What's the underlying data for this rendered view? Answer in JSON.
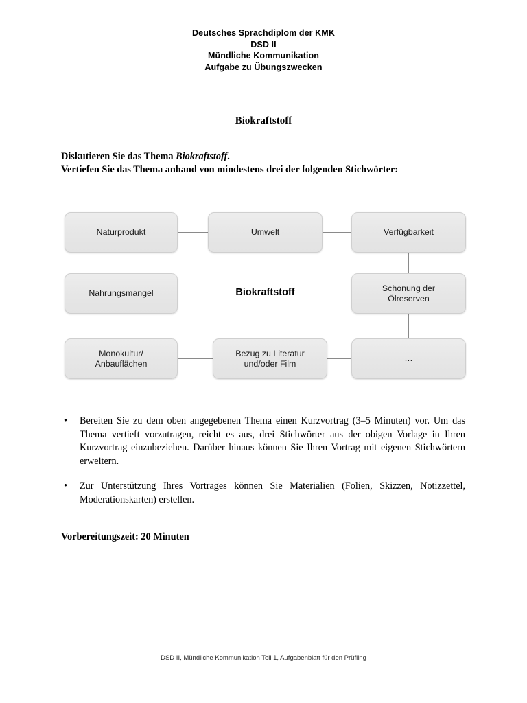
{
  "header": {
    "line1": "Deutsches Sprachdiplom der KMK",
    "line2": "DSD II",
    "line3": "Mündliche Kommunikation",
    "line4": "Aufgabe zu Übungszwecken"
  },
  "topic": {
    "title": "Biokraftstoff"
  },
  "instructions": {
    "line1_prefix": "Diskutieren Sie das Thema ",
    "line1_term": "Biokraftstoff",
    "line1_suffix": ".",
    "line2": "Vertiefen Sie das Thema anhand von mindestens drei der folgenden Stichwörter:"
  },
  "diagram": {
    "center_label": "Biokraftstoff",
    "nodes": [
      {
        "id": "naturprodukt",
        "label": "Naturprodukt"
      },
      {
        "id": "umwelt",
        "label": "Umwelt"
      },
      {
        "id": "verfuegbarkeit",
        "label": "Verfügbarkeit"
      },
      {
        "id": "nahrungsmangel",
        "label": "Nahrungsmangel"
      },
      {
        "id": "schonung",
        "label": "Schonung der\nÖlreserven"
      },
      {
        "id": "monokultur",
        "label": "Monokultur/\nAnbauflächen"
      },
      {
        "id": "bezug",
        "label": "Bezug zu Literatur\nund/oder Film"
      },
      {
        "id": "ellipsis",
        "label": "…"
      }
    ],
    "colors": {
      "node_fill": "#e8e8e8",
      "node_border": "#cfcfcf",
      "connector": "#8a8a8a"
    }
  },
  "bullets": {
    "marker": "•",
    "items": [
      "Bereiten Sie zu dem oben angegebenen Thema einen Kurzvortrag (3–5 Minuten) vor. Um das Thema vertieft vorzutragen, reicht es aus, drei Stichwörter aus der obigen Vorlage in Ihren Kurzvortrag einzubeziehen. Darüber hinaus können Sie Ihren Vortrag mit eigenen Stichwörtern erweitern.",
      "Zur Unterstützung Ihres Vortrages können Sie Materialien (Folien, Skizzen, Notizzettel, Moderationskarten) erstellen."
    ]
  },
  "prep_time": {
    "text": "Vorbereitungszeit: 20 Minuten"
  },
  "footer": {
    "text": "DSD II, Mündliche Kommunikation Teil 1, Aufgabenblatt für den Prüfling"
  }
}
